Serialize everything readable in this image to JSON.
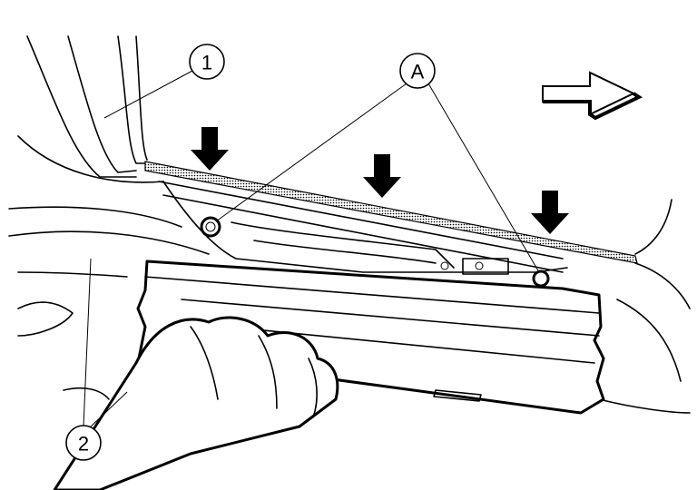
{
  "diagram": {
    "callouts": {
      "part_1": "1",
      "point_a": "A",
      "part_2": "2"
    },
    "icons": [
      "front-direction-arrow",
      "press-down-arrow"
    ],
    "colors": {
      "line": "#000000",
      "background": "#ffffff"
    }
  }
}
